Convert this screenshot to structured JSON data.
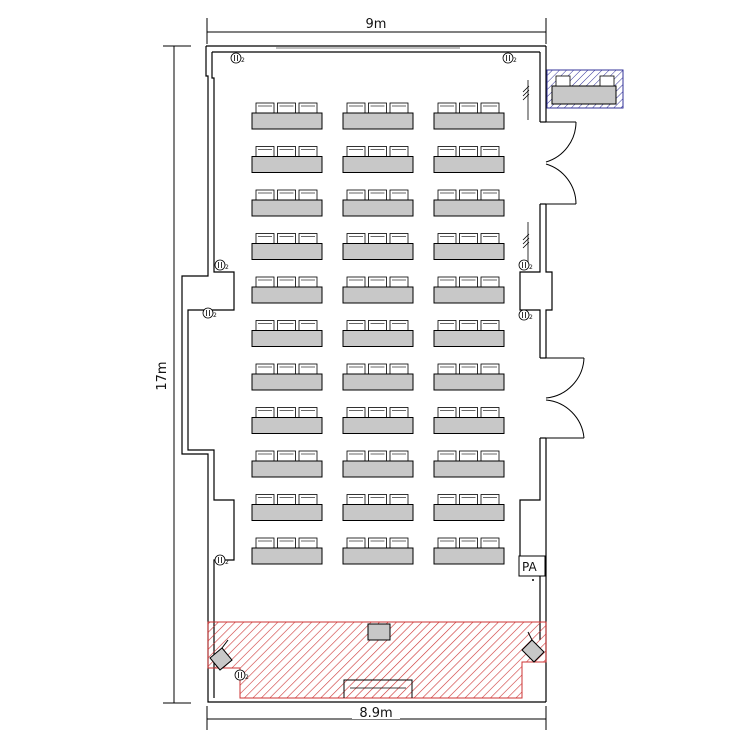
{
  "floorplan": {
    "dimensions": {
      "top_width": "9m",
      "bottom_width": "8.9m",
      "left_height": "17m"
    },
    "seating": {
      "rows": 11,
      "columns": 3,
      "chairs_per_table": 3
    },
    "outlet_label": "2",
    "pa_label": "PA",
    "colors": {
      "wall": "#000000",
      "table_fill": "#c8c8c8",
      "hatch_red": "#cc3333",
      "hatch_blue": "#333399"
    }
  }
}
